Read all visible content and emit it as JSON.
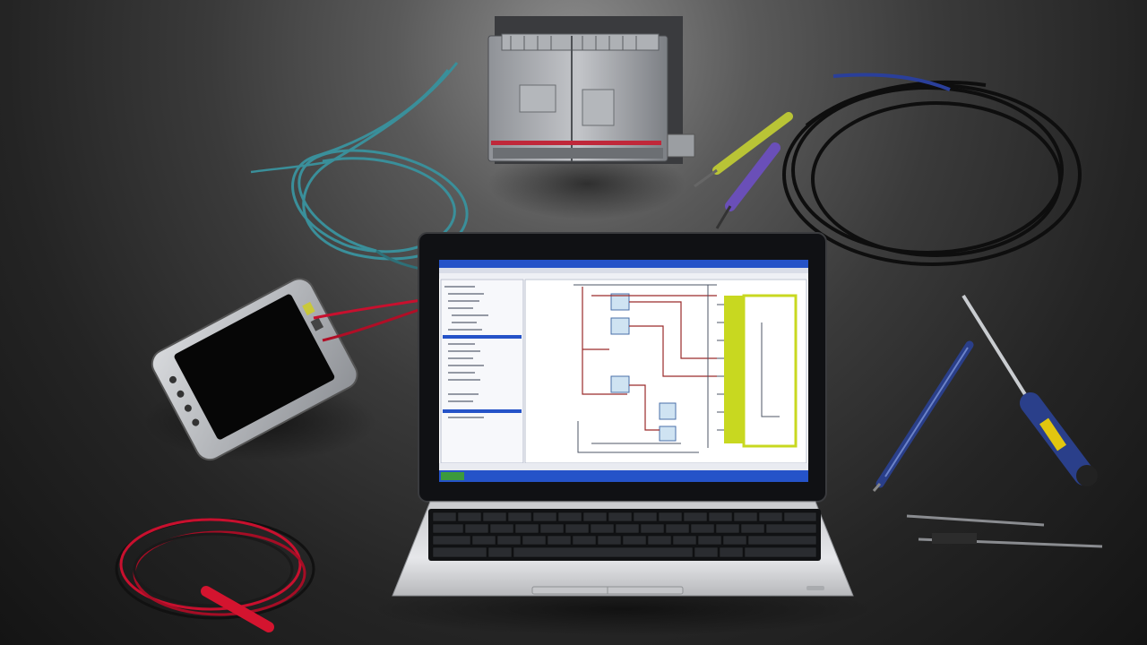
{
  "scene": {
    "description_tag": "workbench",
    "colors": {
      "desk": "#2e2e2e",
      "laptop_body": "#dcdde0",
      "screen_title_bar": "#2553c8",
      "schematic_yellow": "#c8d820",
      "schematic_red": "#9a2a2a",
      "ethernet_cable": "#3a8f9a",
      "red_lead": "#c8102e",
      "probe_yellow": "#b9c436",
      "screwdriver_blue": "#2a3f8a"
    },
    "objects": [
      {
        "id": "plc-module",
        "icon": "plc-controller"
      },
      {
        "id": "laptop",
        "icon": "laptop"
      },
      {
        "id": "hmi-tablet",
        "icon": "hmi-panel"
      },
      {
        "id": "ethernet-cable",
        "icon": "cable"
      },
      {
        "id": "test-probes",
        "icon": "multimeter-probe"
      },
      {
        "id": "red-black-leads",
        "icon": "test-lead"
      },
      {
        "id": "pen",
        "icon": "pen"
      },
      {
        "id": "screwdriver",
        "icon": "screwdriver"
      },
      {
        "id": "small-tools",
        "icon": "needle-tool"
      }
    ]
  }
}
